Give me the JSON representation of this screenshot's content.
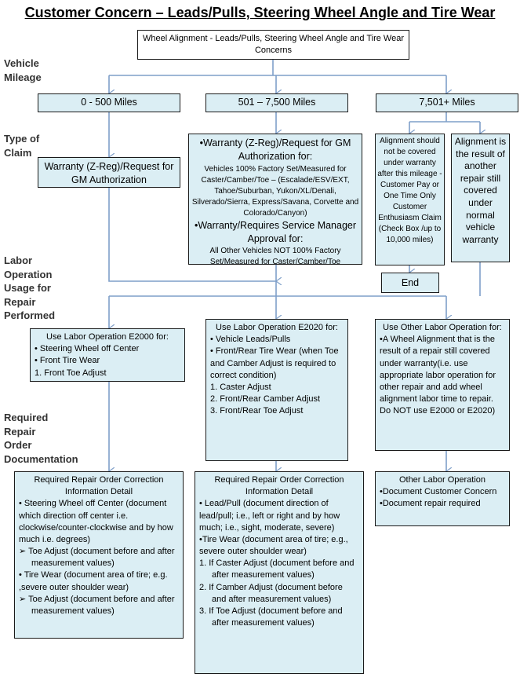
{
  "title": "Customer Concern – Leads/Pulls, Steering Wheel Angle and Tire Wear",
  "top_box": "Wheel Alignment - Leads/Pulls, Steering Wheel Angle and Tire Wear Concerns",
  "row_labels": {
    "mileage": "Vehicle Mileage",
    "claim": "Type of Claim",
    "labor": "Labor Operation Usage for Repair Performed",
    "docs": "Required Repair Order Documentation"
  },
  "mileage": [
    "0 - 500 Miles",
    "501 – 7,500 Miles",
    "7,501+ Miles"
  ],
  "claim_left": "Warranty (Z-Reg)/Request for GM  Authorization",
  "claim_mid": {
    "h1": "•Warranty (Z-Reg)/Request for GM Authorization for:",
    "t1": "Vehicles 100% Factory Set/Measured for Caster/Camber/Toe – (Escalade/ESV/EXT, Tahoe/Suburban, Yukon/XL/Denali, Silverado/Sierra, Express/Savana,  Corvette and Colorado/Canyon)",
    "h2": "•Warranty/Requires Service Manager Approval for:",
    "t2": "All Other Vehicles NOT 100% Factory Set/Measured for Caster/Camber/Toe"
  },
  "claim_right_a": "Alignment should not be covered under warranty after this mileage - Customer Pay or  One Time Only Customer Enthusiasm Claim (Check Box /up to 10,000 miles)",
  "claim_right_b": "Alignment is the result of another repair still covered under normal vehicle warranty",
  "end": "End",
  "labor_left": {
    "head": "Use Labor Operation E2000 for:",
    "items": [
      "• Steering Wheel off Center",
      "• Front Tire Wear",
      "1.     Front Toe Adjust"
    ]
  },
  "labor_mid": {
    "head": "Use Labor Operation E2020 for:",
    "items": [
      "• Vehicle Leads/Pulls",
      "• Front/Rear Tire Wear (when Toe and Camber Adjust is required to correct condition)",
      "1.    Caster Adjust",
      "2.    Front/Rear Camber Adjust",
      "3.    Front/Rear Toe Adjust"
    ]
  },
  "labor_right": {
    "head": "Use Other Labor Operation for:",
    "text": "•A Wheel Alignment that is the result of a repair still covered under warranty(i.e. use appropriate labor operation for other repair and add wheel alignment labor time to repair. Do NOT use E2000 or E2020)"
  },
  "docs_left": {
    "head": "Required Repair Order Correction Information Detail",
    "items": [
      "•  Steering Wheel off Center (document which direction off center i.e. clockwise/counter-clockwise and by how much i.e. degrees)",
      "➢    Toe Adjust (document before and after measurement values)",
      "• Tire Wear (document area of tire; e.g. ,severe outer shoulder wear)",
      "➢    Toe Adjust (document before and after measurement values)"
    ]
  },
  "docs_mid": {
    "head": "Required Repair Order Correction Information Detail",
    "items": [
      "• Lead/Pull (document direction of lead/pull; i.e., left or right and by how much; i.e., sight, moderate, severe)",
      "•Tire Wear (document area of tire; e.g., severe outer shoulder wear)",
      "1.     If Caster Adjust (document before and after measurement values)",
      "2.    If Camber Adjust (document before and after measurement values)",
      "3.    If Toe Adjust (document before and after measurement values)"
    ]
  },
  "docs_right": {
    "head": "Other Labor Operation",
    "items": [
      "•Document Customer Concern",
      "•Document repair required"
    ]
  },
  "colors": {
    "box_fill": "#dbeef4",
    "connector": "#7f9fc9"
  }
}
